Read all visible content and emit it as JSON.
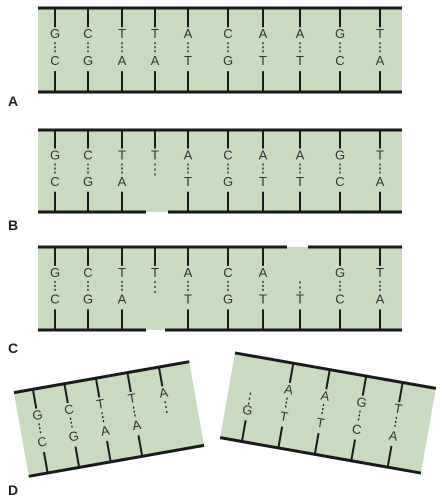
{
  "colors": {
    "background": "#c8dbbf",
    "strand": "#1a1a1a",
    "text": "#333333"
  },
  "panels": [
    {
      "label": "A",
      "pairs": [
        {
          "top": "G",
          "bottom": "C"
        },
        {
          "top": "C",
          "bottom": "G"
        },
        {
          "top": "T",
          "bottom": "A"
        },
        {
          "top": "T",
          "bottom": "A"
        },
        {
          "top": "A",
          "bottom": "T"
        },
        {
          "top": "C",
          "bottom": "G"
        },
        {
          "top": "A",
          "bottom": "T"
        },
        {
          "top": "A",
          "bottom": "T"
        },
        {
          "top": "G",
          "bottom": "C"
        },
        {
          "top": "T",
          "bottom": "A"
        }
      ]
    },
    {
      "label": "B",
      "pairs": [
        {
          "top": "G",
          "bottom": "C"
        },
        {
          "top": "C",
          "bottom": "G"
        },
        {
          "top": "T",
          "bottom": "A"
        },
        {
          "top": "T",
          "bottom": ""
        },
        {
          "top": "A",
          "bottom": "T"
        },
        {
          "top": "C",
          "bottom": "G"
        },
        {
          "top": "A",
          "bottom": "T"
        },
        {
          "top": "A",
          "bottom": "T"
        },
        {
          "top": "G",
          "bottom": "C"
        },
        {
          "top": "T",
          "bottom": "A"
        }
      ]
    },
    {
      "label": "C",
      "pairs": [
        {
          "top": "G",
          "bottom": "C"
        },
        {
          "top": "C",
          "bottom": "G"
        },
        {
          "top": "T",
          "bottom": "A"
        },
        {
          "top": "T",
          "bottom": ""
        },
        {
          "top": "A",
          "bottom": "T"
        },
        {
          "top": "C",
          "bottom": "G"
        },
        {
          "top": "A",
          "bottom": "T"
        },
        {
          "top": "",
          "bottom": "T"
        },
        {
          "top": "G",
          "bottom": "C"
        },
        {
          "top": "T",
          "bottom": "A"
        }
      ]
    },
    {
      "label": "D",
      "left_pairs": [
        {
          "top": "G",
          "bottom": "C"
        },
        {
          "top": "C",
          "bottom": "G"
        },
        {
          "top": "T",
          "bottom": "A"
        },
        {
          "top": "T",
          "bottom": "A"
        },
        {
          "top": "A",
          "bottom": ""
        }
      ],
      "right_pairs": [
        {
          "top": "",
          "bottom": "G"
        },
        {
          "top": "A",
          "bottom": "T"
        },
        {
          "top": "A",
          "bottom": "T"
        },
        {
          "top": "G",
          "bottom": "C"
        },
        {
          "top": "T",
          "bottom": "A"
        }
      ]
    }
  ]
}
